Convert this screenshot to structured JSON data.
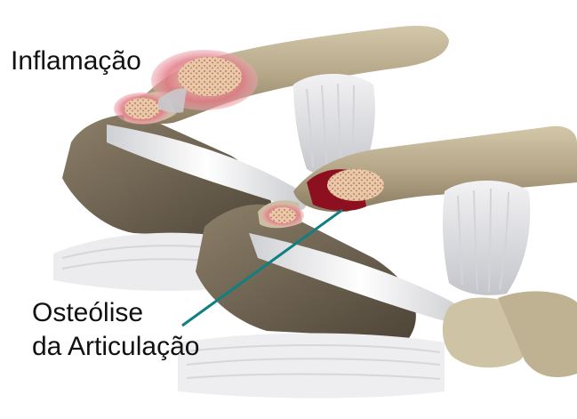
{
  "labels": {
    "inflammation": "Inflamação",
    "osteolysis_line1": "Osteólise",
    "osteolysis_line2": "da Articulação"
  },
  "colors": {
    "bone": "#b9ab8c",
    "bone_shadow": "#7a6b55",
    "ligament": "#e9e9ec",
    "inflammation": "#d94b5a",
    "lesion": "#8c1020",
    "pointer_line": "#0f7f80"
  }
}
